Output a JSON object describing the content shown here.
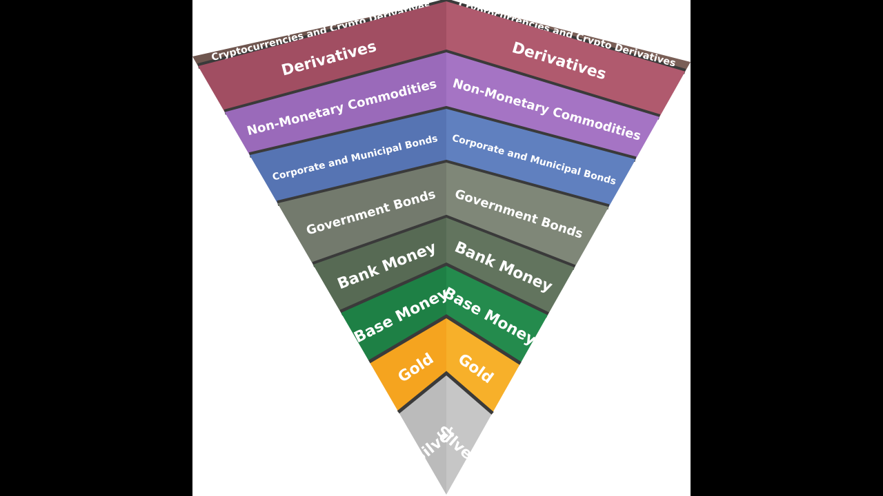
{
  "diagram": {
    "type": "inverted-pyramid",
    "layers": [
      {
        "label": "Cryptocurrencies and Crypto Derivatives",
        "color_left": "#6f564f",
        "color_right": "#7a5f57"
      },
      {
        "label": "Derivatives",
        "color_left": "#a14e62",
        "color_right": "#b05a6e"
      },
      {
        "label": "Non-Monetary Commodities",
        "color_left": "#9a6aba",
        "color_right": "#a574c4"
      },
      {
        "label": "Corporate and Municipal Bonds",
        "color_left": "#5674b3",
        "color_right": "#6080bf"
      },
      {
        "label": "Government Bonds",
        "color_left": "#737a6d",
        "color_right": "#7f8778"
      },
      {
        "label": "Bank Money",
        "color_left": "#576a54",
        "color_right": "#62745e"
      },
      {
        "label": "Base Money",
        "color_left": "#1e8045",
        "color_right": "#248b4d"
      },
      {
        "label": "Gold",
        "color_left": "#f5a41f",
        "color_right": "#f7b02a"
      },
      {
        "label": "Silver",
        "color_left": "#bbbbbb",
        "color_right": "#c6c6c6"
      }
    ],
    "separator_color": "#3a3a3a",
    "background": "#ffffff",
    "letterbox": "#000000"
  }
}
